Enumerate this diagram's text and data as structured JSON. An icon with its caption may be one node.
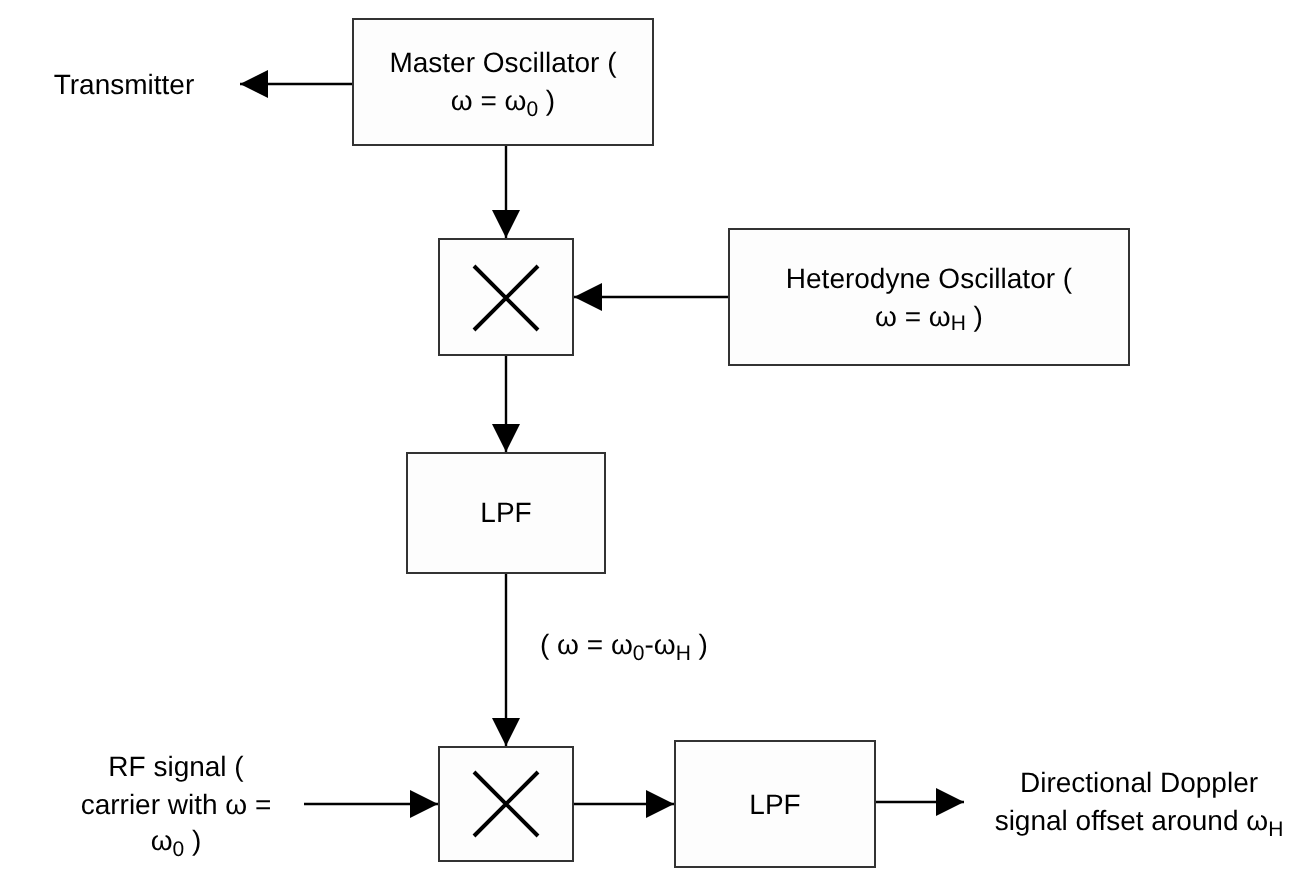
{
  "diagram": {
    "nodes": [
      {
        "text": [
          "Master Oscillator ( ω = ω$_{0}$ )"
        ]
      },
      {
        "text": [
          "Transmitter"
        ]
      },
      {
        "text": [],
        "shape": "box"
      },
      {
        "text": [
          "Heterodyne Oscillator ( ω = ω$_{H}$ )"
        ]
      },
      {
        "text": [
          "LPF"
        ]
      },
      {
        "text": [],
        "shape": "box"
      },
      {
        "text": [
          "RF signal ( carrier with ω = ω$_{0}$ )"
        ]
      },
      {
        "text": [
          "LPF"
        ]
      },
      {
        "text": [
          "Directional Doppler signal offset around ω$_{H}$"
        ]
      }
    ],
    "edges": [
      {
        "from": 0,
        "to": 1,
        "arrow": "to"
      },
      {
        "from": 0,
        "to": 2,
        "arrow": "to"
      },
      {
        "from": 3,
        "to": 2,
        "arrow": "to"
      },
      {
        "from": 2,
        "to": 4,
        "arrow": "to"
      },
      {
        "from": 4,
        "to": 5,
        "arrow": "to",
        "label": "( ω = ω$_{0}$-ω$_{H}$ )"
      },
      {
        "from": 6,
        "to": 5,
        "arrow": "to"
      },
      {
        "from": 5,
        "to": 7,
        "arrow": "to"
      },
      {
        "from": 7,
        "to": 8,
        "arrow": "to"
      }
    ]
  }
}
